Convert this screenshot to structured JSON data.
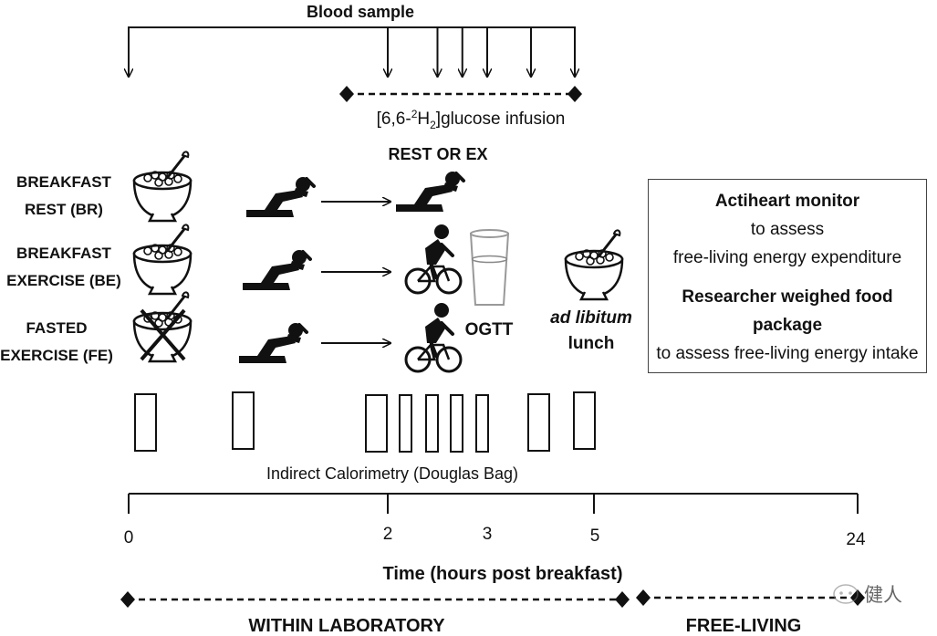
{
  "blood_sample": {
    "label": "Blood sample",
    "sample_times_h": [
      0,
      2.0,
      2.5,
      2.75,
      3.0,
      4.0,
      5.0
    ]
  },
  "infusion": {
    "label_prefix": "[6,6-",
    "label_sup": "2",
    "label_h": "H",
    "label_sub": "2",
    "label_suffix": "]glucose infusion",
    "start_h": 2.0,
    "end_h": 5.0
  },
  "phase_label": "REST OR EX",
  "arms": [
    {
      "line1": "BREAKFAST",
      "line2": "REST (BR)",
      "bowl": "bowl-icon",
      "activity": "reclining-person-icon"
    },
    {
      "line1": "BREAKFAST",
      "line2": "EXERCISE (BE)",
      "bowl": "bowl-icon",
      "activity": "cyclist-icon"
    },
    {
      "line1": "FASTED",
      "line2": "EXERCISE (FE)",
      "bowl": "crossed-bowl-icon",
      "activity": "cyclist-icon"
    }
  ],
  "ogtt_label": "OGTT",
  "lunch": {
    "line1": "ad libitum",
    "line2": "lunch"
  },
  "free_living_box": {
    "title1": "Actiheart monitor",
    "line1": "to assess",
    "line2": "free-living energy expenditure",
    "title2": "Researcher weighed food package",
    "line3": "to assess free-living energy intake"
  },
  "calorimetry_label": "Indirect Calorimetry (Douglas Bag)",
  "timeline": {
    "ticks": [
      "0",
      "2",
      "3",
      "5",
      "24"
    ],
    "xlabel": "Time (hours post breakfast)"
  },
  "phases": {
    "lab": "WITHIN LABORATORY",
    "free": "FREE-LIVING"
  },
  "watermark": "健人",
  "colors": {
    "ink": "#111111",
    "box_border": "#444444",
    "background": "#ffffff"
  }
}
